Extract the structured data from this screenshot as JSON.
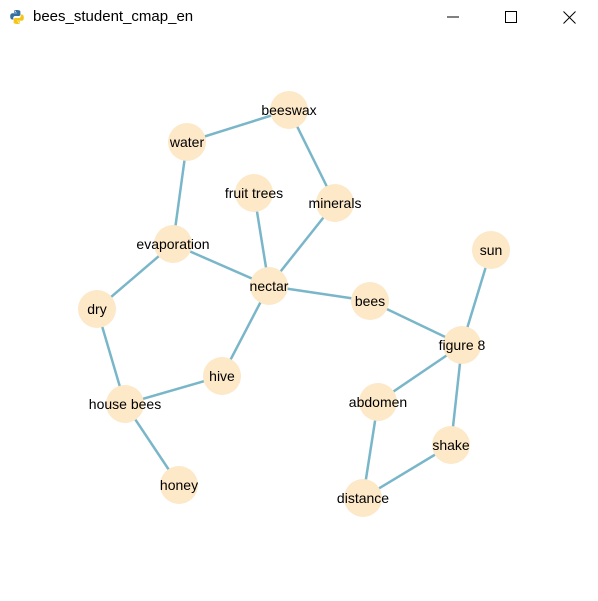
{
  "window": {
    "title": "bees_student_cmap_en"
  },
  "controls": {
    "minimize_icon": "minimize-icon",
    "maximize_icon": "maximize-icon",
    "close_icon": "close-icon"
  },
  "graph": {
    "node_color": "#fde8c8",
    "edge_color": "#7ab6c9",
    "nodes": [
      {
        "id": "beeswax",
        "label": "beeswax"
      },
      {
        "id": "water",
        "label": "water"
      },
      {
        "id": "fruit_trees",
        "label": "fruit trees"
      },
      {
        "id": "minerals",
        "label": "minerals"
      },
      {
        "id": "evaporation",
        "label": "evaporation"
      },
      {
        "id": "sun",
        "label": "sun"
      },
      {
        "id": "nectar",
        "label": "nectar"
      },
      {
        "id": "dry",
        "label": "dry"
      },
      {
        "id": "bees",
        "label": "bees"
      },
      {
        "id": "figure8",
        "label": "figure 8"
      },
      {
        "id": "hive",
        "label": "hive"
      },
      {
        "id": "house_bees",
        "label": "house bees"
      },
      {
        "id": "abdomen",
        "label": "abdomen"
      },
      {
        "id": "shake",
        "label": "shake"
      },
      {
        "id": "honey",
        "label": "honey"
      },
      {
        "id": "distance",
        "label": "distance"
      }
    ],
    "edges": [
      [
        "water",
        "beeswax"
      ],
      [
        "beeswax",
        "minerals"
      ],
      [
        "water",
        "evaporation"
      ],
      [
        "minerals",
        "nectar"
      ],
      [
        "fruit_trees",
        "nectar"
      ],
      [
        "evaporation",
        "nectar"
      ],
      [
        "evaporation",
        "dry"
      ],
      [
        "nectar",
        "bees"
      ],
      [
        "nectar",
        "hive"
      ],
      [
        "dry",
        "house_bees"
      ],
      [
        "hive",
        "house_bees"
      ],
      [
        "house_bees",
        "honey"
      ],
      [
        "bees",
        "figure8"
      ],
      [
        "sun",
        "figure8"
      ],
      [
        "figure8",
        "abdomen"
      ],
      [
        "figure8",
        "shake"
      ],
      [
        "abdomen",
        "distance"
      ],
      [
        "shake",
        "distance"
      ]
    ]
  }
}
